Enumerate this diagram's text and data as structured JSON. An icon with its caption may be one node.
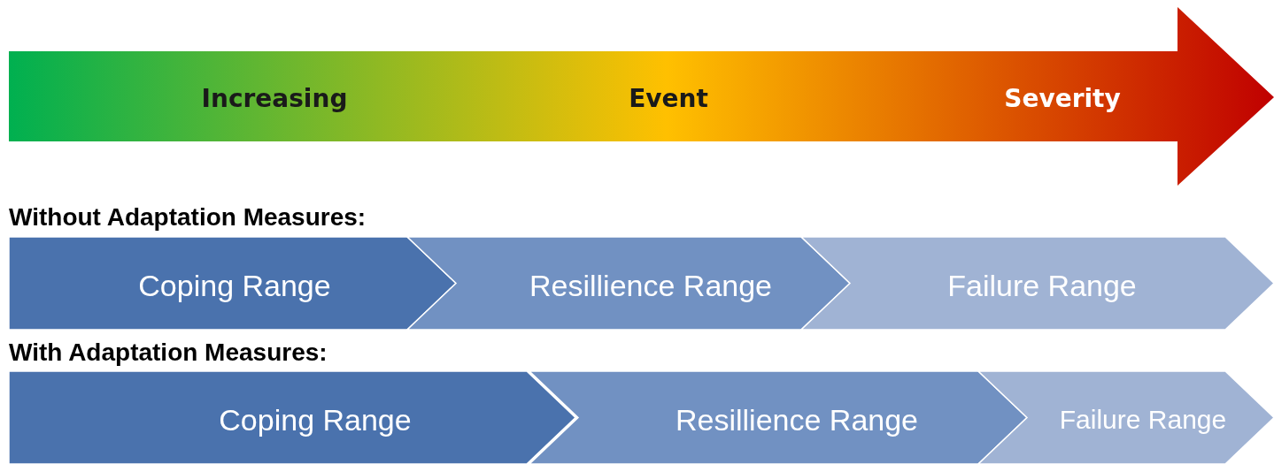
{
  "diagram": {
    "nodes": [
      {
        "text": [
          "Increasing",
          "Event",
          "Severity"
        ]
      },
      {
        "text": [
          "Coping Range"
        ]
      },
      {
        "text": [
          "Resillience Range"
        ]
      },
      {
        "text": [
          "Failure Range"
        ]
      },
      {
        "text": [
          "Coping Range"
        ]
      },
      {
        "text": [
          "Resillience Range"
        ]
      },
      {
        "text": [
          "Failure Range"
        ]
      }
    ],
    "labels": [
      "Without Adaptation Measures:",
      "With Adaptation Measures:"
    ]
  }
}
